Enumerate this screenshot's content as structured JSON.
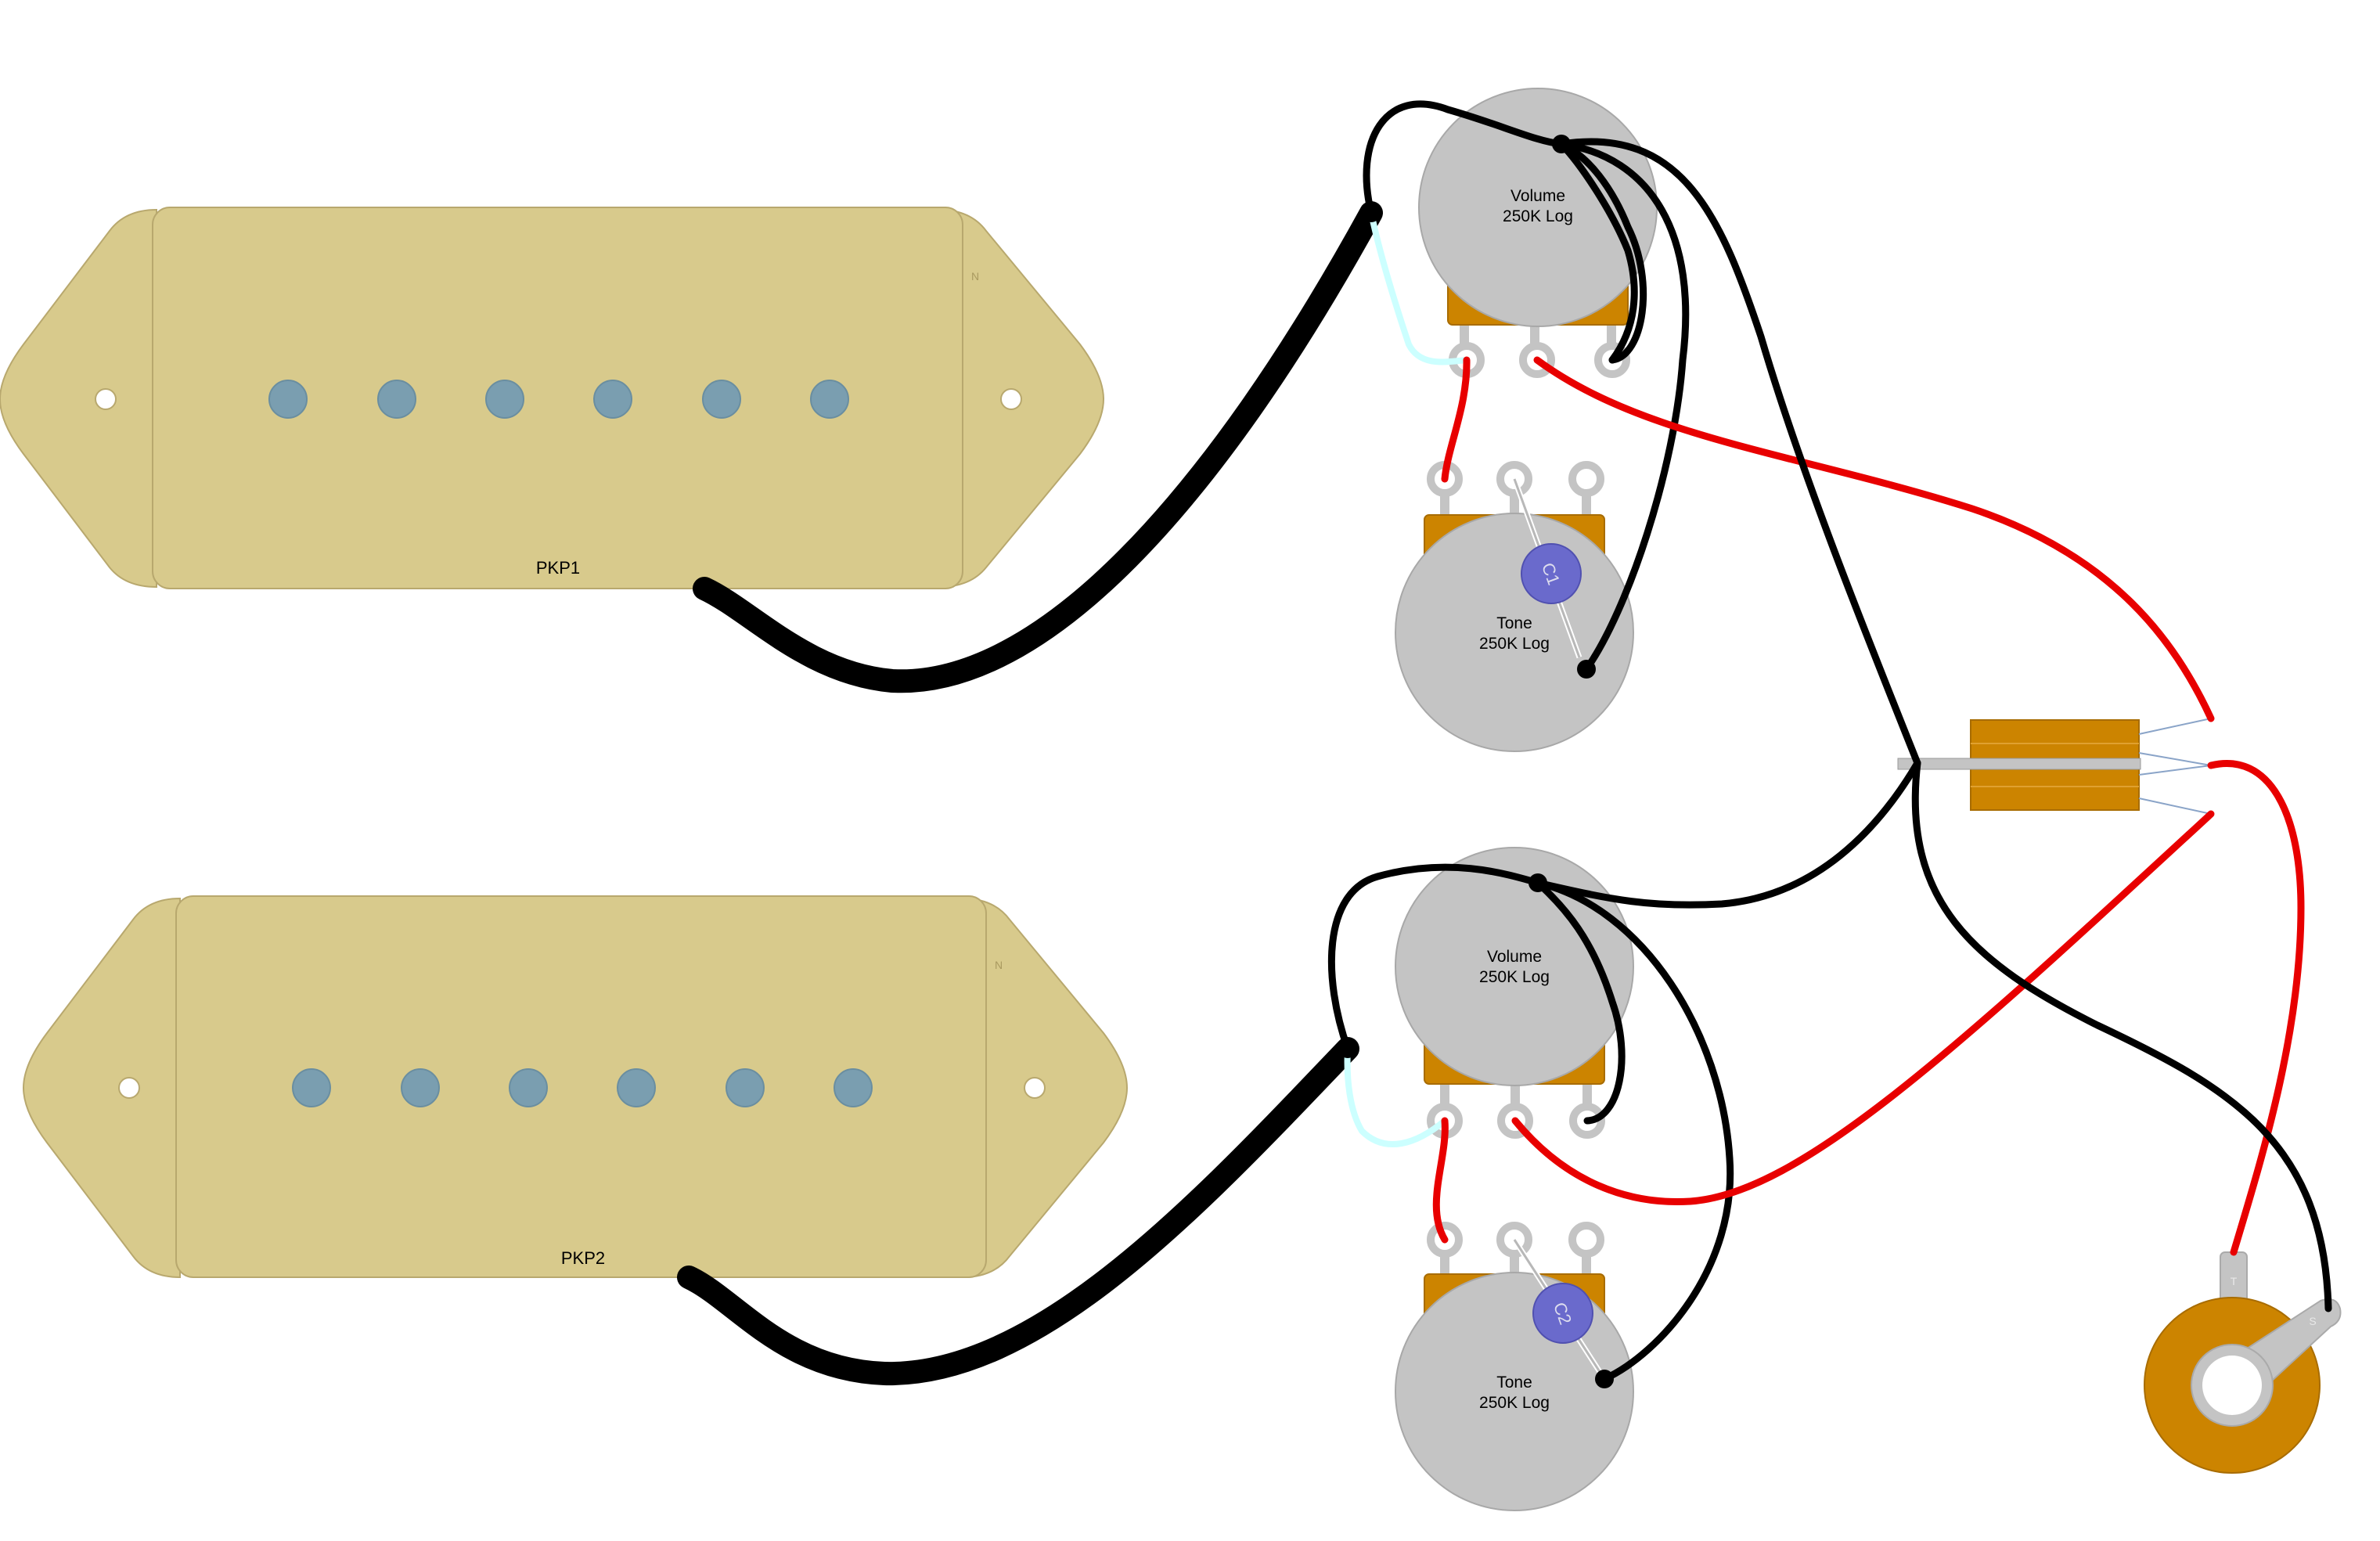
{
  "pickups": [
    {
      "id": "pkp1",
      "label": "PKP1",
      "polarity": "N"
    },
    {
      "id": "pkp2",
      "label": "PKP2",
      "polarity": "N"
    }
  ],
  "pots": [
    {
      "id": "vol1",
      "name": "Volume",
      "value": "250K Log"
    },
    {
      "id": "tone1",
      "name": "Tone",
      "value": "250K Log"
    },
    {
      "id": "vol2",
      "name": "Volume",
      "value": "250K Log"
    },
    {
      "id": "tone2",
      "name": "Tone",
      "value": "250K Log"
    }
  ],
  "capacitors": [
    {
      "id": "c1",
      "label": "C1"
    },
    {
      "id": "c2",
      "label": "C2"
    }
  ],
  "jack": {
    "tip_label": "T",
    "sleeve_label": "S"
  },
  "colors": {
    "pickup_cover": "#d8ca8c",
    "pickup_edge": "#b8a86e",
    "pole_piece": "#7a9eb0",
    "pot_body": "#c4c4c4",
    "pot_bracket": "#cc8400",
    "capacitor": "#6a6acc",
    "wire_hot": "#e80000",
    "wire_ground": "#000000",
    "wire_lead": "#ccffff",
    "switch_body": "#cc8400",
    "jack_body": "#cc8400"
  }
}
